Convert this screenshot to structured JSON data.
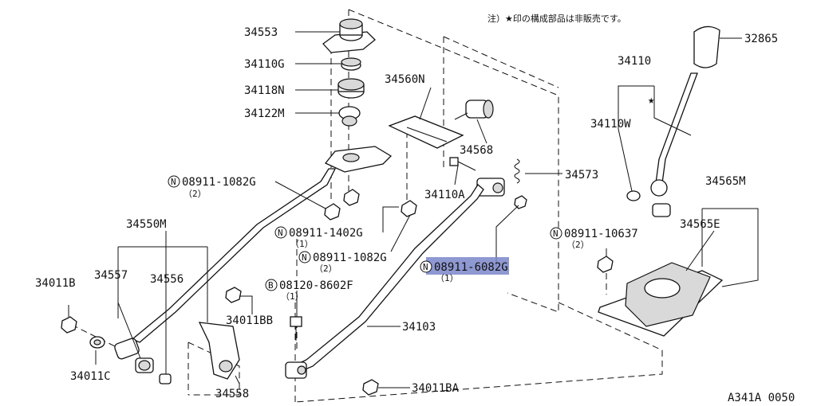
{
  "note": "注）★印の構成部品は非販売です。",
  "figure_code": "A341A 0050",
  "star_symbol": "★",
  "parts": {
    "p34553": "34553",
    "p34110G": "34110G",
    "p34118N": "34118N",
    "p34122M": "34122M",
    "p34560N": "34560N",
    "p34568": "34568",
    "p34573": "34573",
    "p34110A": "34110A",
    "p34110": "34110",
    "p34110W": "34110W",
    "p32865": "32865",
    "p34565M": "34565M",
    "p34565E": "34565E",
    "p34550M": "34550M",
    "p34557": "34557",
    "p34556": "34556",
    "p34011B": "34011B",
    "p34011C": "34011C",
    "p34011BB": "34011BB",
    "p34558": "34558",
    "p34103": "34103",
    "p34011BA": "34011BA"
  },
  "fasteners": {
    "f1": {
      "prefix": "N",
      "code": "08911-1082G",
      "qty": "（2）"
    },
    "f2": {
      "prefix": "N",
      "code": "08911-1402G",
      "qty": "（1）"
    },
    "f3": {
      "prefix": "N",
      "code": "08911-1082G",
      "qty": "（2）"
    },
    "f4": {
      "prefix": "B",
      "code": "08120-8602F",
      "qty": "（1）"
    },
    "f5": {
      "prefix": "N",
      "code": "08911-6082G",
      "qty": "（1）"
    },
    "f6": {
      "prefix": "N",
      "code": "08911-10637",
      "qty": "（2）"
    }
  },
  "highlighted": "f5"
}
